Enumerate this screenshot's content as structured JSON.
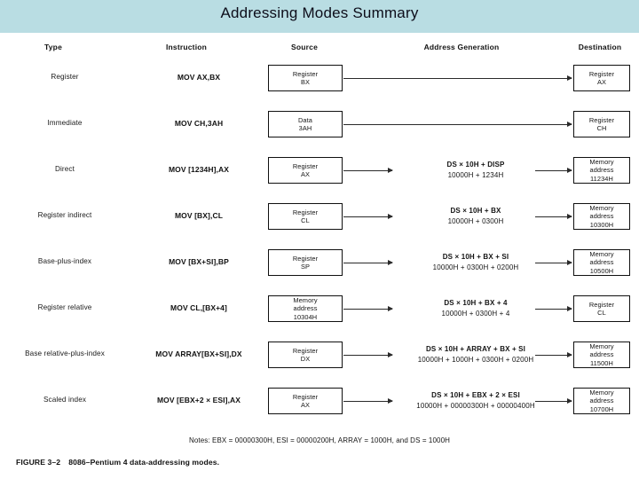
{
  "slide": {
    "title": "Addressing Modes Summary",
    "band_color": "#b9dde3",
    "background": "#ffffff"
  },
  "figure": {
    "columns": {
      "type": "Type",
      "instruction": "Instruction",
      "source": "Source",
      "address_generation": "Address Generation",
      "destination": "Destination"
    },
    "rows": [
      {
        "type": "Register",
        "instruction": "MOV   AX,BX",
        "source": {
          "line1": "Register",
          "line2": "BX"
        },
        "addr_line1": "",
        "addr_line2": "",
        "destination": {
          "line1": "Register",
          "line2": "AX"
        }
      },
      {
        "type": "Immediate",
        "instruction": "MOV   CH,3AH",
        "source": {
          "line1": "Data",
          "line2": "3AH"
        },
        "addr_line1": "",
        "addr_line2": "",
        "destination": {
          "line1": "Register",
          "line2": "CH"
        }
      },
      {
        "type": "Direct",
        "instruction": "MOV   [1234H],AX",
        "source": {
          "line1": "Register",
          "line2": "AX"
        },
        "addr_line1": "DS × 10H + DISP",
        "addr_line2": "10000H + 1234H",
        "destination": {
          "line1": "Memory",
          "line2": "address",
          "line3": "11234H"
        }
      },
      {
        "type": "Register indirect",
        "instruction": "MOV   [BX],CL",
        "source": {
          "line1": "Register",
          "line2": "CL"
        },
        "addr_line1": "DS × 10H + BX",
        "addr_line2": "10000H + 0300H",
        "destination": {
          "line1": "Memory",
          "line2": "address",
          "line3": "10300H"
        }
      },
      {
        "type": "Base-plus-index",
        "instruction": "MOV   [BX+SI],BP",
        "source": {
          "line1": "Register",
          "line2": "SP"
        },
        "addr_line1": "DS × 10H + BX + SI",
        "addr_line2": "10000H + 0300H + 0200H",
        "destination": {
          "line1": "Memory",
          "line2": "address",
          "line3": "10500H"
        }
      },
      {
        "type": "Register relative",
        "instruction": "MOV   CL,[BX+4]",
        "source": {
          "line1": "Memory",
          "line2": "address",
          "line3": "10304H"
        },
        "addr_line1": "DS × 10H + BX + 4",
        "addr_line2": "10000H + 0300H + 4",
        "destination": {
          "line1": "Register",
          "line2": "CL"
        }
      },
      {
        "type": "Base relative-plus-index",
        "instruction": "MOV   ARRAY[BX+SI],DX",
        "source": {
          "line1": "Register",
          "line2": "DX"
        },
        "addr_line1": "DS × 10H + ARRAY + BX + SI",
        "addr_line2": "10000H + 1000H + 0300H + 0200H",
        "destination": {
          "line1": "Memory",
          "line2": "address",
          "line3": "11500H"
        }
      },
      {
        "type": "Scaled index",
        "instruction": "MOV   [EBX+2 × ESI],AX",
        "source": {
          "line1": "Register",
          "line2": "AX"
        },
        "addr_line1": "DS × 10H + EBX + 2 × ESI",
        "addr_line2": "10000H + 00000300H + 00000400H",
        "destination": {
          "line1": "Memory",
          "line2": "address",
          "line3": "10700H"
        }
      }
    ],
    "notes": "Notes:  EBX = 00000300H, ESI = 00000200H, ARRAY = 1000H, and DS = 1000H",
    "caption_number": "FIGURE 3–2",
    "caption_text": "8086–Pentium 4 data-addressing modes."
  }
}
